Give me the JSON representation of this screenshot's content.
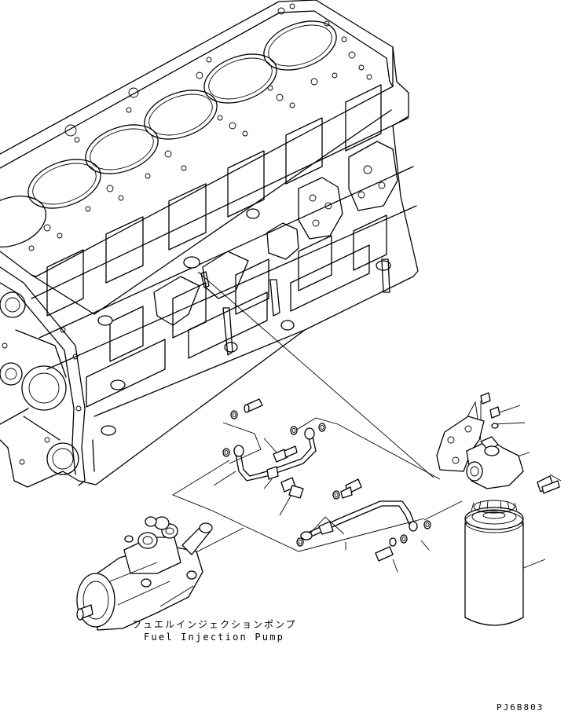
{
  "labels": {
    "pump_jp": "フュエルインジェクションポンプ",
    "pump_en": "Fuel Injection Pump"
  },
  "drawing_number": "PJ6B803"
}
